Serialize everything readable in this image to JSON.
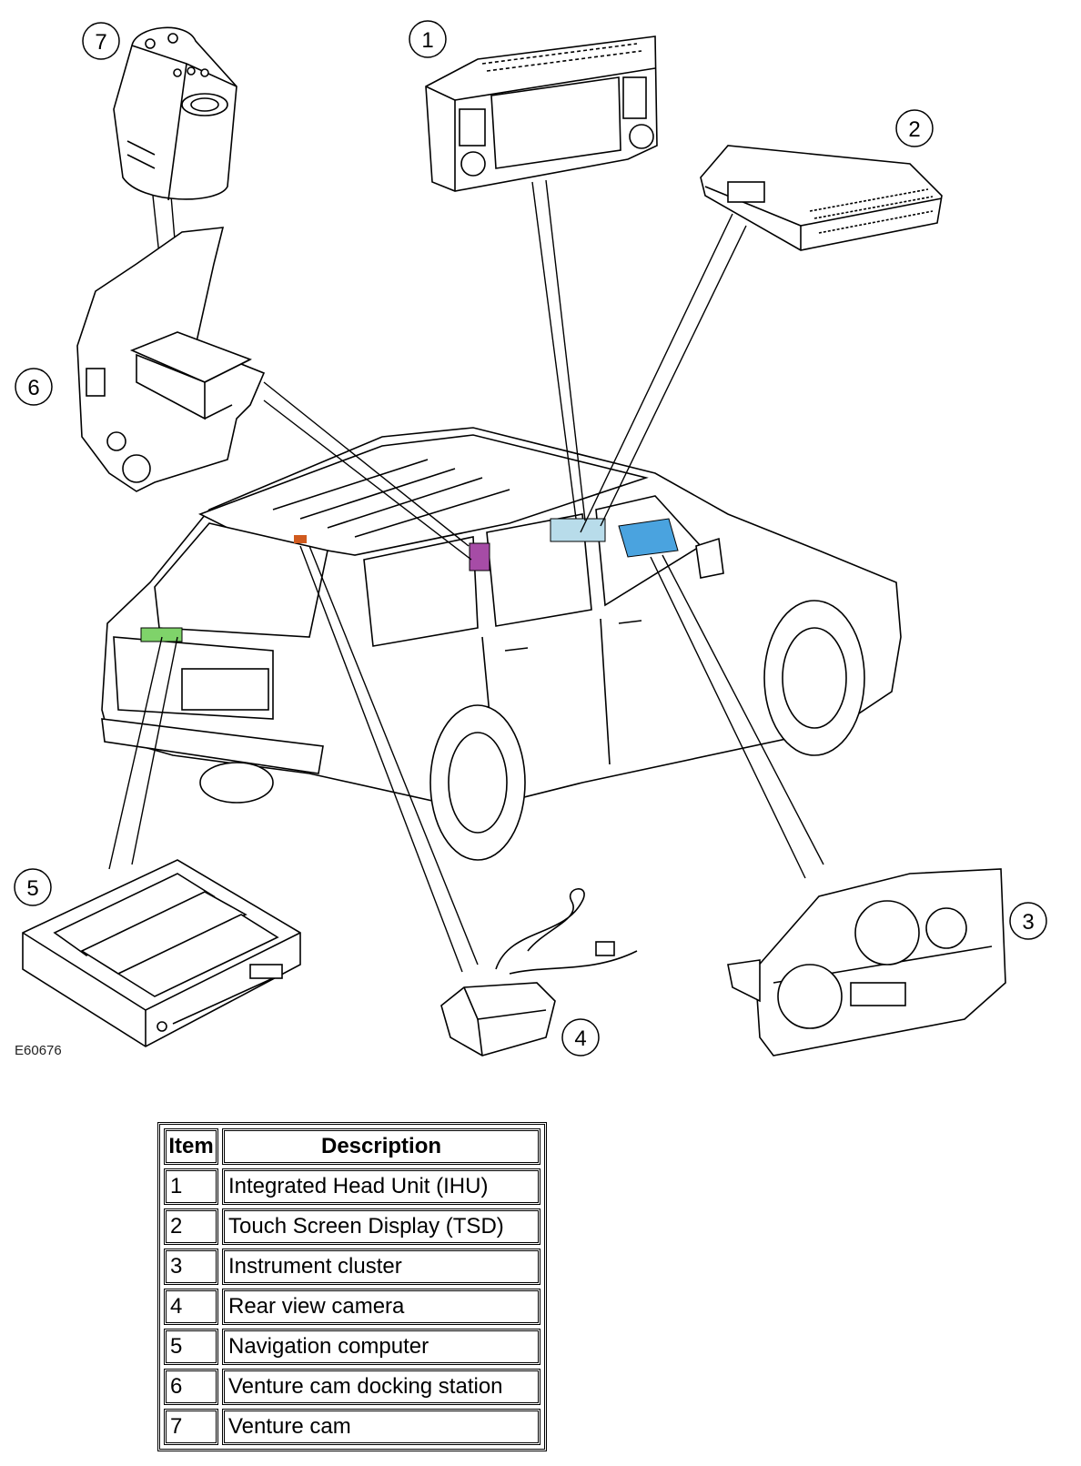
{
  "figure": {
    "id": "E60676"
  },
  "callouts": [
    {
      "number": "1",
      "component": "Integrated Head Unit (IHU)"
    },
    {
      "number": "2",
      "component": "Touch Screen Display (TSD)"
    },
    {
      "number": "3",
      "component": "Instrument cluster"
    },
    {
      "number": "4",
      "component": "Rear view camera"
    },
    {
      "number": "5",
      "component": "Navigation computer"
    },
    {
      "number": "6",
      "component": "Venture cam docking station"
    },
    {
      "number": "7",
      "component": "Venture cam"
    }
  ],
  "legend": {
    "headers": {
      "item": "Item",
      "description": "Description"
    },
    "rows": [
      {
        "item": "1",
        "description": "Integrated Head Unit (IHU)"
      },
      {
        "item": "2",
        "description": "Touch Screen Display (TSD)"
      },
      {
        "item": "3",
        "description": "Instrument cluster"
      },
      {
        "item": "4",
        "description": "Rear view camera"
      },
      {
        "item": "5",
        "description": "Navigation computer"
      },
      {
        "item": "6",
        "description": "Venture cam docking station"
      },
      {
        "item": "7",
        "description": "Venture cam"
      }
    ]
  },
  "colors": {
    "line": "#000000",
    "highlight_ihu": "#b8dcea",
    "highlight_tsd": "#4aa3df",
    "highlight_dock": "#a64ca6",
    "highlight_camera": "#d05a1e",
    "highlight_nav": "#7fd36a"
  }
}
